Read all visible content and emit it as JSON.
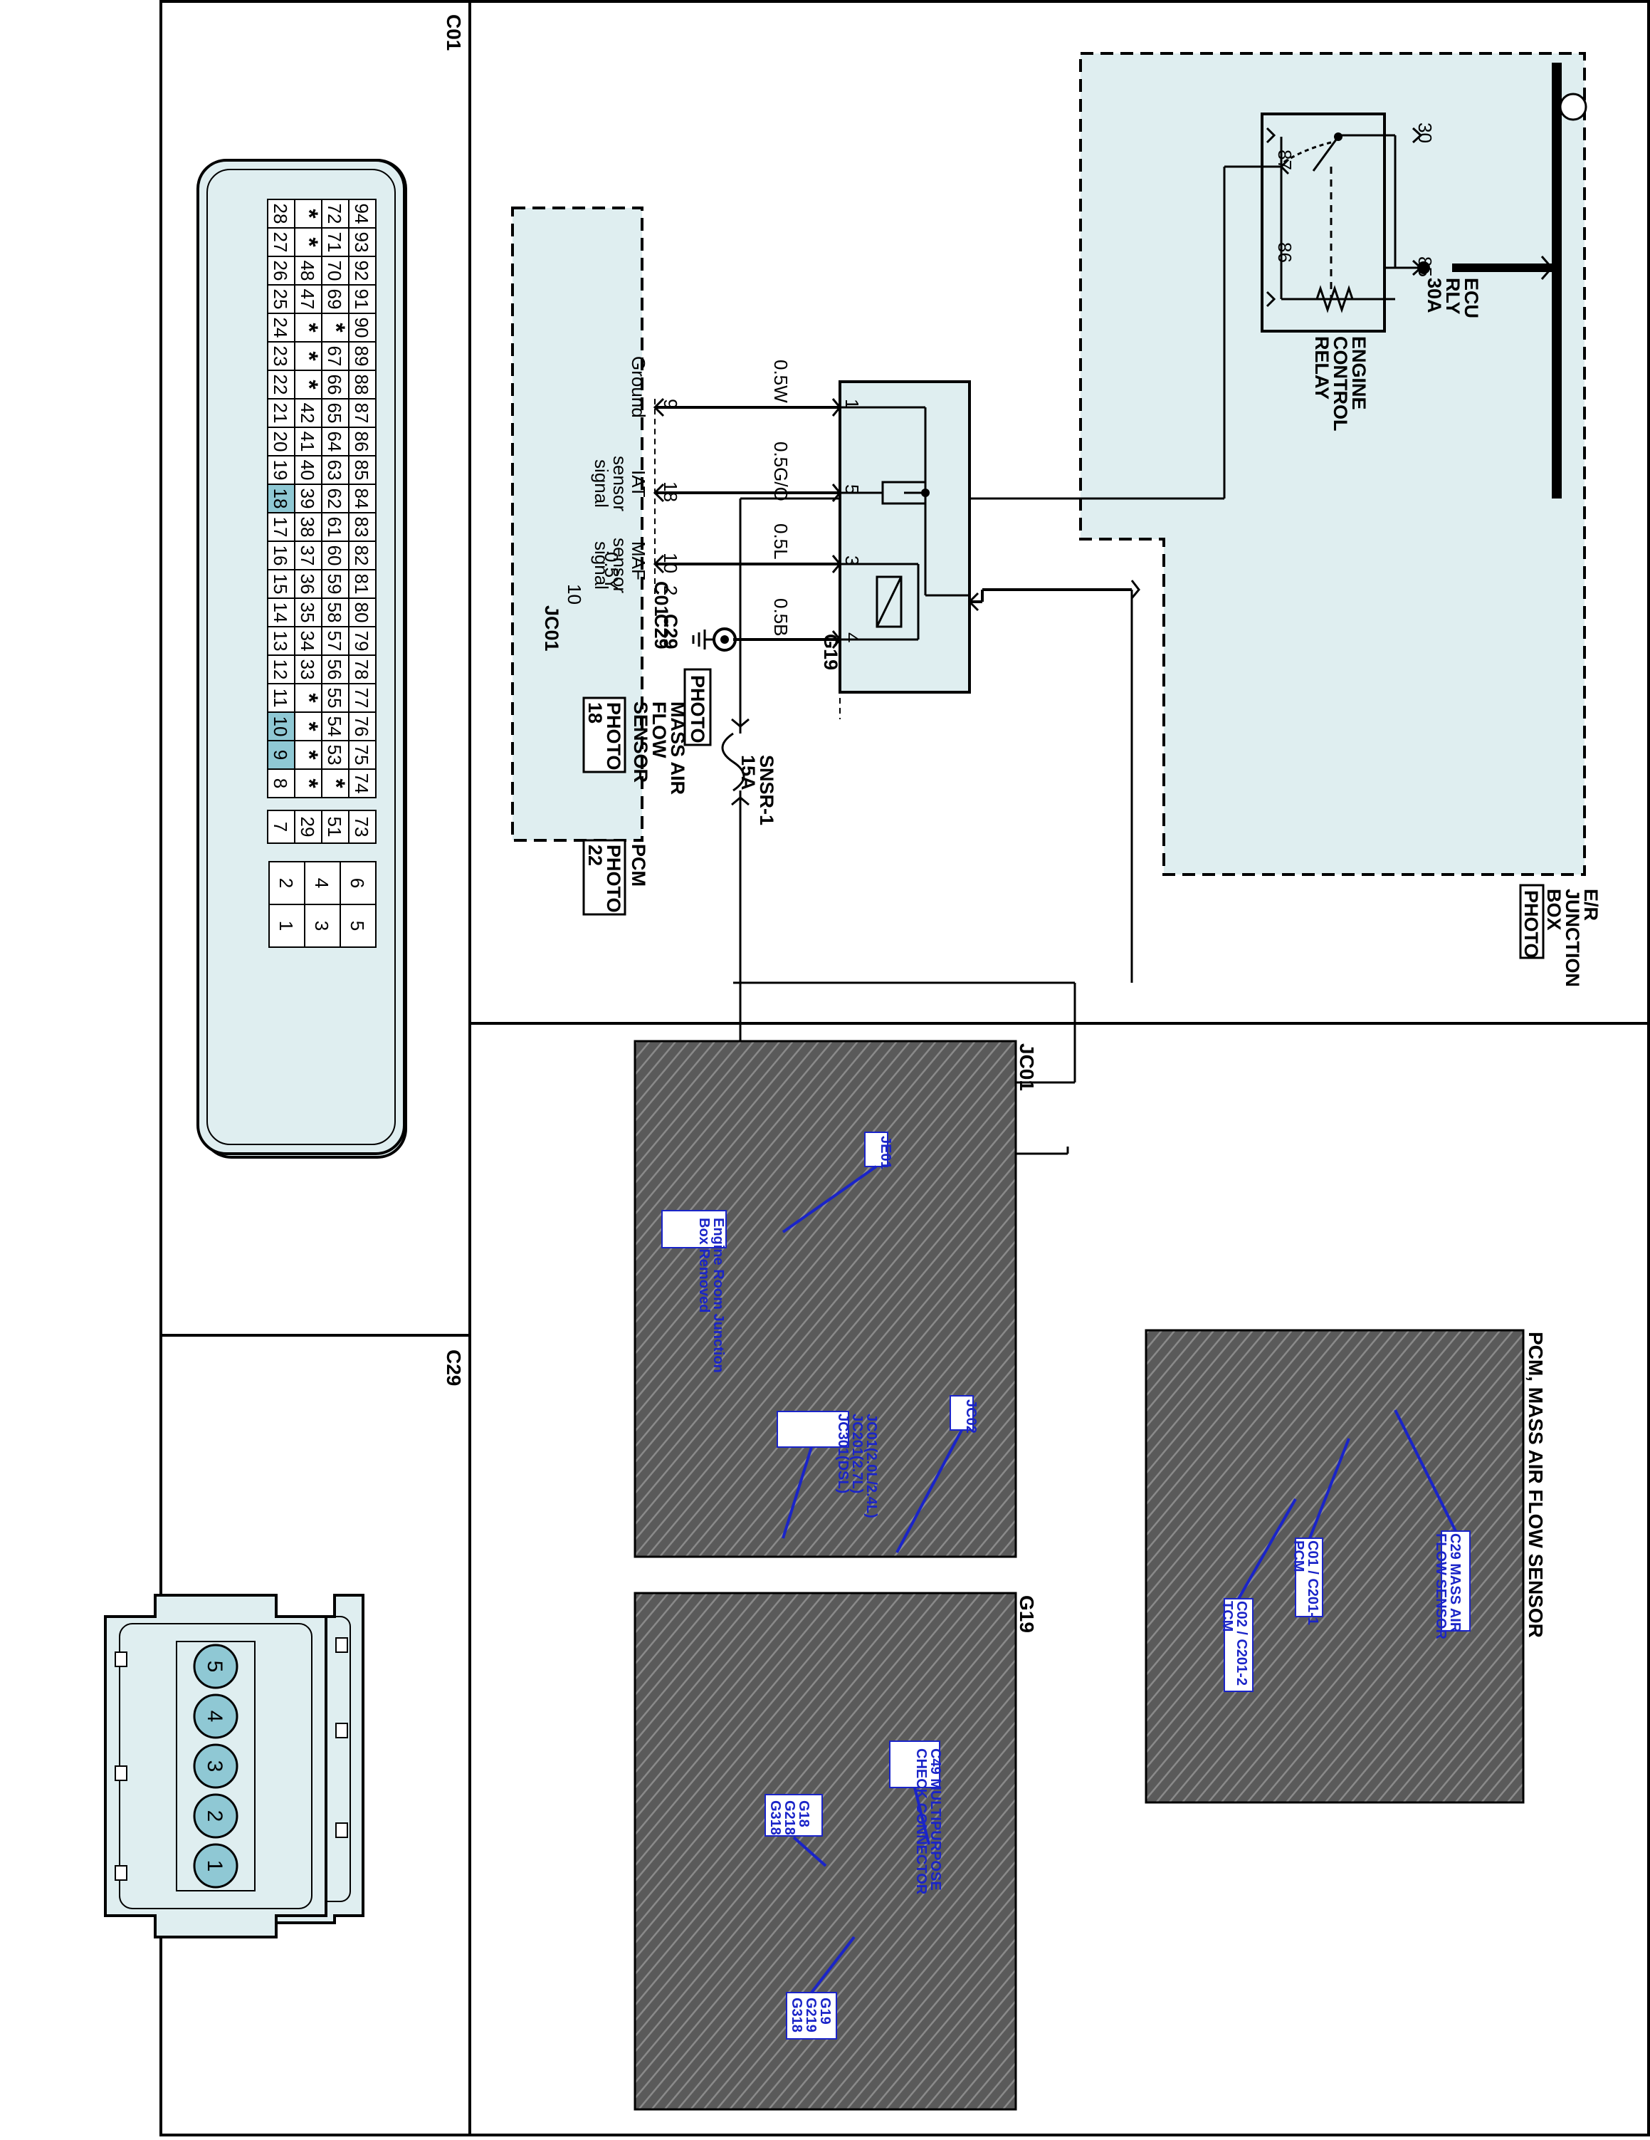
{
  "colors": {
    "panel_bg": "#dfeef0",
    "highlight": "#8fc8d4",
    "callout_text": "#1a24c8",
    "ink": "#000000"
  },
  "schematic": {
    "er_box_label": [
      "E/R",
      "JUNCTION",
      "BOX"
    ],
    "er_box_photo": "PHOTO",
    "relay_label": [
      "ENGINE",
      "CONTROL",
      "RELAY"
    ],
    "relay_pins": [
      "30",
      "85",
      "87",
      "86"
    ],
    "fuse_relay": [
      "ECU",
      "RLY",
      "30A"
    ],
    "fuse_sensor": [
      "SNSR-1",
      "15A"
    ],
    "jc01_label": "JC01",
    "jc01_pin": "10",
    "wire_05y": "0.5Y",
    "c29_pin_top": "2",
    "c29_label": "C29",
    "maf_label": [
      "MASS AIR",
      "FLOW",
      "SENSOR"
    ],
    "maf_photo": "PHOTO",
    "maf_photo_num": "18",
    "maf_pins": [
      "1",
      "5",
      "3",
      "4"
    ],
    "wire_colors": [
      "0.5W",
      "0.5G/O",
      "0.5L",
      "0.5B"
    ],
    "c01_pins": [
      "9",
      "18",
      "10"
    ],
    "c01_label": "C01",
    "signal_labels": [
      "Ground",
      "IAT",
      "sensor",
      "signal",
      "MAF",
      "sensor",
      "signal"
    ],
    "ground_label": "G19",
    "ground_photo": "PHOTO",
    "pcm_label": "PCM",
    "pcm_photo": "PHOTO",
    "pcm_photo_num": "22"
  },
  "photos": {
    "pcm_title": "PCM, MASS AIR FLOW SENSOR",
    "pcm_callouts": [
      "C29 MASS AIR",
      "FLOW SENSOR",
      "C01 / C201-1",
      "PCM",
      "C02 / C201-2",
      "TCM"
    ],
    "jc01_title": "JC01",
    "jc01_callouts": [
      "JE01",
      "JC02",
      "JC01(2.0L/2.4L)",
      "JC201(2.7L)",
      "JC301(DSL)",
      "Engine Room Junction",
      "Box Removed"
    ],
    "g19_title": "G19",
    "g19_callouts": [
      "C49 MULTIPURPOSE",
      "CHECK CONNECTOR",
      "G18",
      "G218",
      "G318",
      "G19",
      "G219",
      "G318"
    ]
  },
  "connectors": {
    "c01_title": "C01",
    "c01_rows": [
      [
        "94",
        "93",
        "92",
        "91",
        "90",
        "89",
        "88",
        "87",
        "86",
        "85",
        "84",
        "83",
        "82",
        "81",
        "80",
        "79",
        "78",
        "77",
        "76",
        "75",
        "74"
      ],
      [
        "72",
        "71",
        "70",
        "69",
        "*",
        "67",
        "66",
        "65",
        "64",
        "63",
        "62",
        "61",
        "60",
        "59",
        "58",
        "57",
        "56",
        "55",
        "54",
        "53",
        "*"
      ],
      [
        "*",
        "*",
        "48",
        "47",
        "*",
        "*",
        "*",
        "42",
        "41",
        "40",
        "39",
        "38",
        "37",
        "36",
        "35",
        "34",
        "33",
        "*",
        "*",
        "*",
        "*"
      ],
      [
        "28",
        "27",
        "26",
        "25",
        "24",
        "23",
        "22",
        "21",
        "20",
        "19",
        "18",
        "17",
        "16",
        "15",
        "14",
        "13",
        "12",
        "11",
        "10",
        "9",
        "8"
      ]
    ],
    "c01_side": [
      "73",
      "51",
      "29",
      "7"
    ],
    "c01_small": [
      [
        "6",
        "5"
      ],
      [
        "4",
        "3"
      ],
      [
        "2",
        "1"
      ]
    ],
    "c29_title": "C29",
    "c29_pins": [
      "5",
      "4",
      "3",
      "2",
      "1"
    ]
  }
}
